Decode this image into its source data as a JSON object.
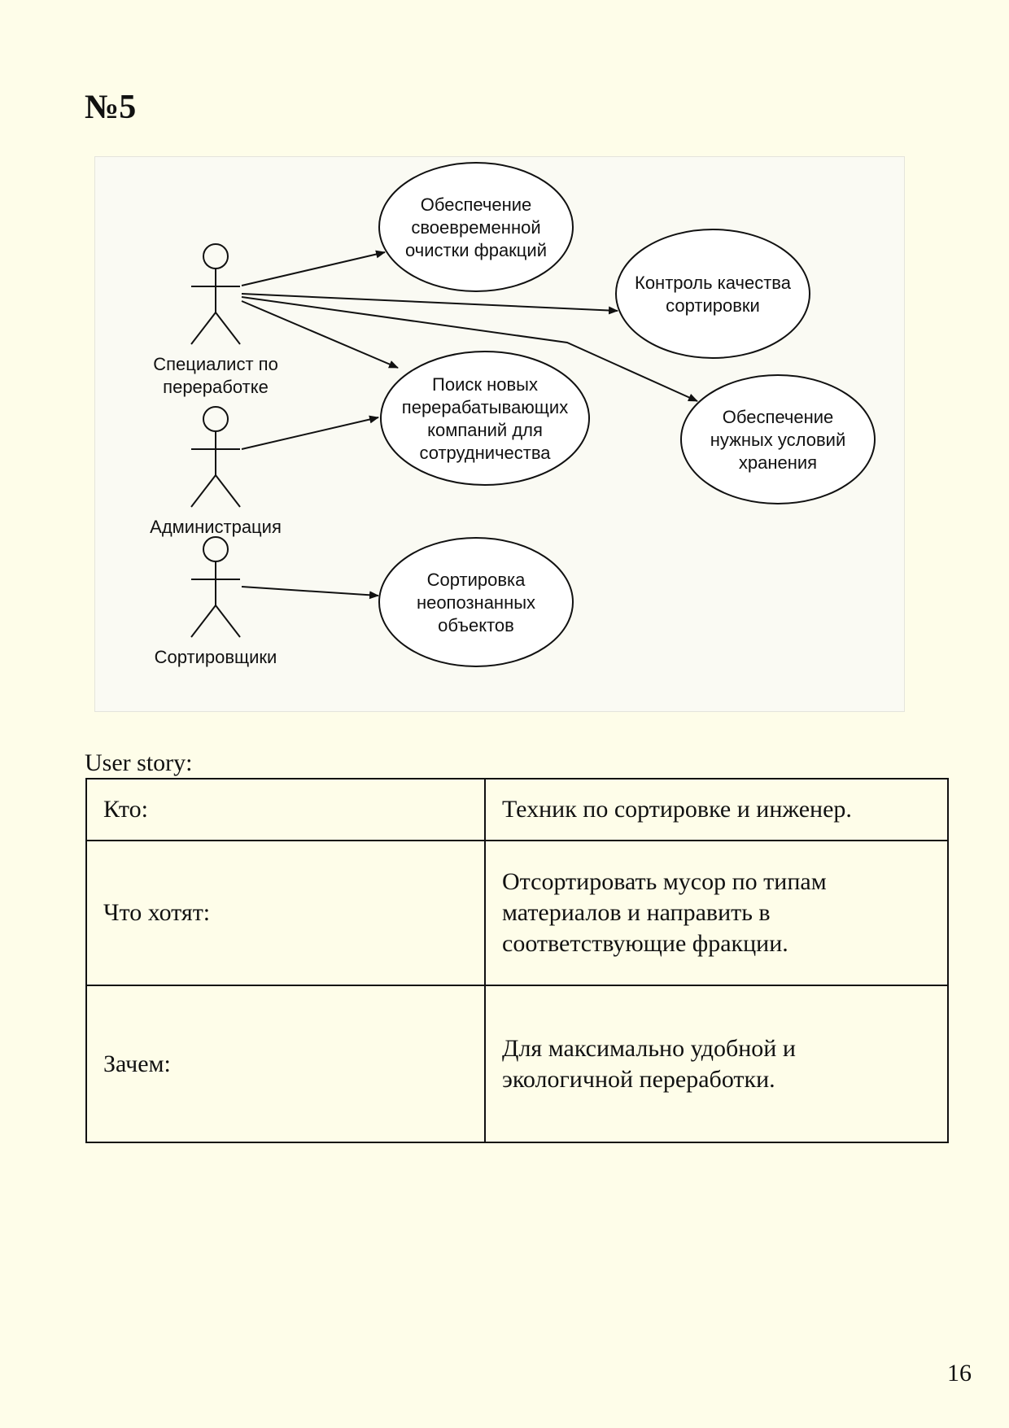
{
  "page": {
    "title": "№5",
    "number": "16"
  },
  "diagram": {
    "actors": [
      {
        "id": "specialist",
        "label_lines": [
          "Специалист по",
          "переработке"
        ]
      },
      {
        "id": "admin",
        "label_lines": [
          "Администрация"
        ]
      },
      {
        "id": "sorters",
        "label_lines": [
          "Сортировщики"
        ]
      }
    ],
    "use_cases": [
      {
        "id": "cleaning",
        "label_lines": [
          "Обеспечение",
          "своевременной",
          "очистки фракций"
        ]
      },
      {
        "id": "quality",
        "label_lines": [
          "Контроль качества",
          "сортировки"
        ]
      },
      {
        "id": "search",
        "label_lines": [
          "Поиск новых",
          "перерабатывающих",
          "компаний для",
          "сотрудничества"
        ]
      },
      {
        "id": "storage",
        "label_lines": [
          "Обеспечение",
          "нужных условий",
          "хранения"
        ]
      },
      {
        "id": "unknown",
        "label_lines": [
          "Сортировка",
          "неопознанных",
          "объектов"
        ]
      }
    ],
    "associations": [
      {
        "from": "specialist",
        "to": "cleaning"
      },
      {
        "from": "specialist",
        "to": "quality"
      },
      {
        "from": "specialist",
        "to": "search"
      },
      {
        "from": "specialist",
        "to": "storage"
      },
      {
        "from": "admin",
        "to": "search"
      },
      {
        "from": "sorters",
        "to": "unknown"
      }
    ]
  },
  "user_story": {
    "heading": "User story:",
    "rows": [
      {
        "key": "Кто:",
        "value": "Техник по сортировке и инженер."
      },
      {
        "key": "Что хотят:",
        "value": "Отсортировать мусор по типам материалов и направить в соответствующие фракции."
      },
      {
        "key": "Зачем:",
        "value": "Для максимально удобной и экологичной переработки."
      }
    ]
  }
}
